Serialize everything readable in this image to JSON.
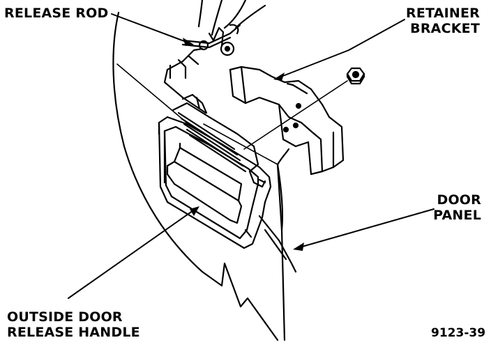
{
  "labels": {
    "release_rod": "RELEASE ROD",
    "retainer_bracket": [
      "RETAINER",
      "BRACKET"
    ],
    "door_panel": [
      "DOOR",
      "PANEL"
    ],
    "outside_handle": [
      "OUTSIDE DOOR",
      "RELEASE HANDLE"
    ]
  },
  "figure_number": "9123-39",
  "colors": {
    "ink": "#000000",
    "paper": "#ffffff"
  },
  "icons": {
    "nut": "hex-nut-icon"
  }
}
